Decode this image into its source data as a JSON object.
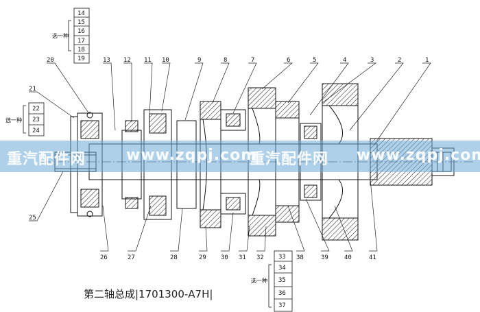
{
  "caption": "第二轴总成|1701300-A7H|",
  "watermark": "重汽配件网  www.zqpj.com  重汽配件网  www.zqpj.com",
  "watermark_segments": [
    "重汽配件网",
    "www.zqpj.com",
    "重汽配件网",
    "www.zqpj.com"
  ],
  "select_label": "选一种",
  "top_callouts": [
    "1",
    "2",
    "3",
    "4",
    "5",
    "6",
    "7",
    "8",
    "9",
    "10",
    "11",
    "12",
    "13",
    "20",
    "21"
  ],
  "bottom_callouts": [
    "25",
    "26",
    "27",
    "28",
    "29",
    "30",
    "31",
    "32",
    "38",
    "39",
    "40",
    "41"
  ],
  "table_top": [
    "14",
    "15",
    "16",
    "17",
    "18",
    "19"
  ],
  "table_left": [
    "22",
    "23",
    "24"
  ],
  "table_bottom": [
    "33",
    "34",
    "35",
    "36",
    "37"
  ]
}
